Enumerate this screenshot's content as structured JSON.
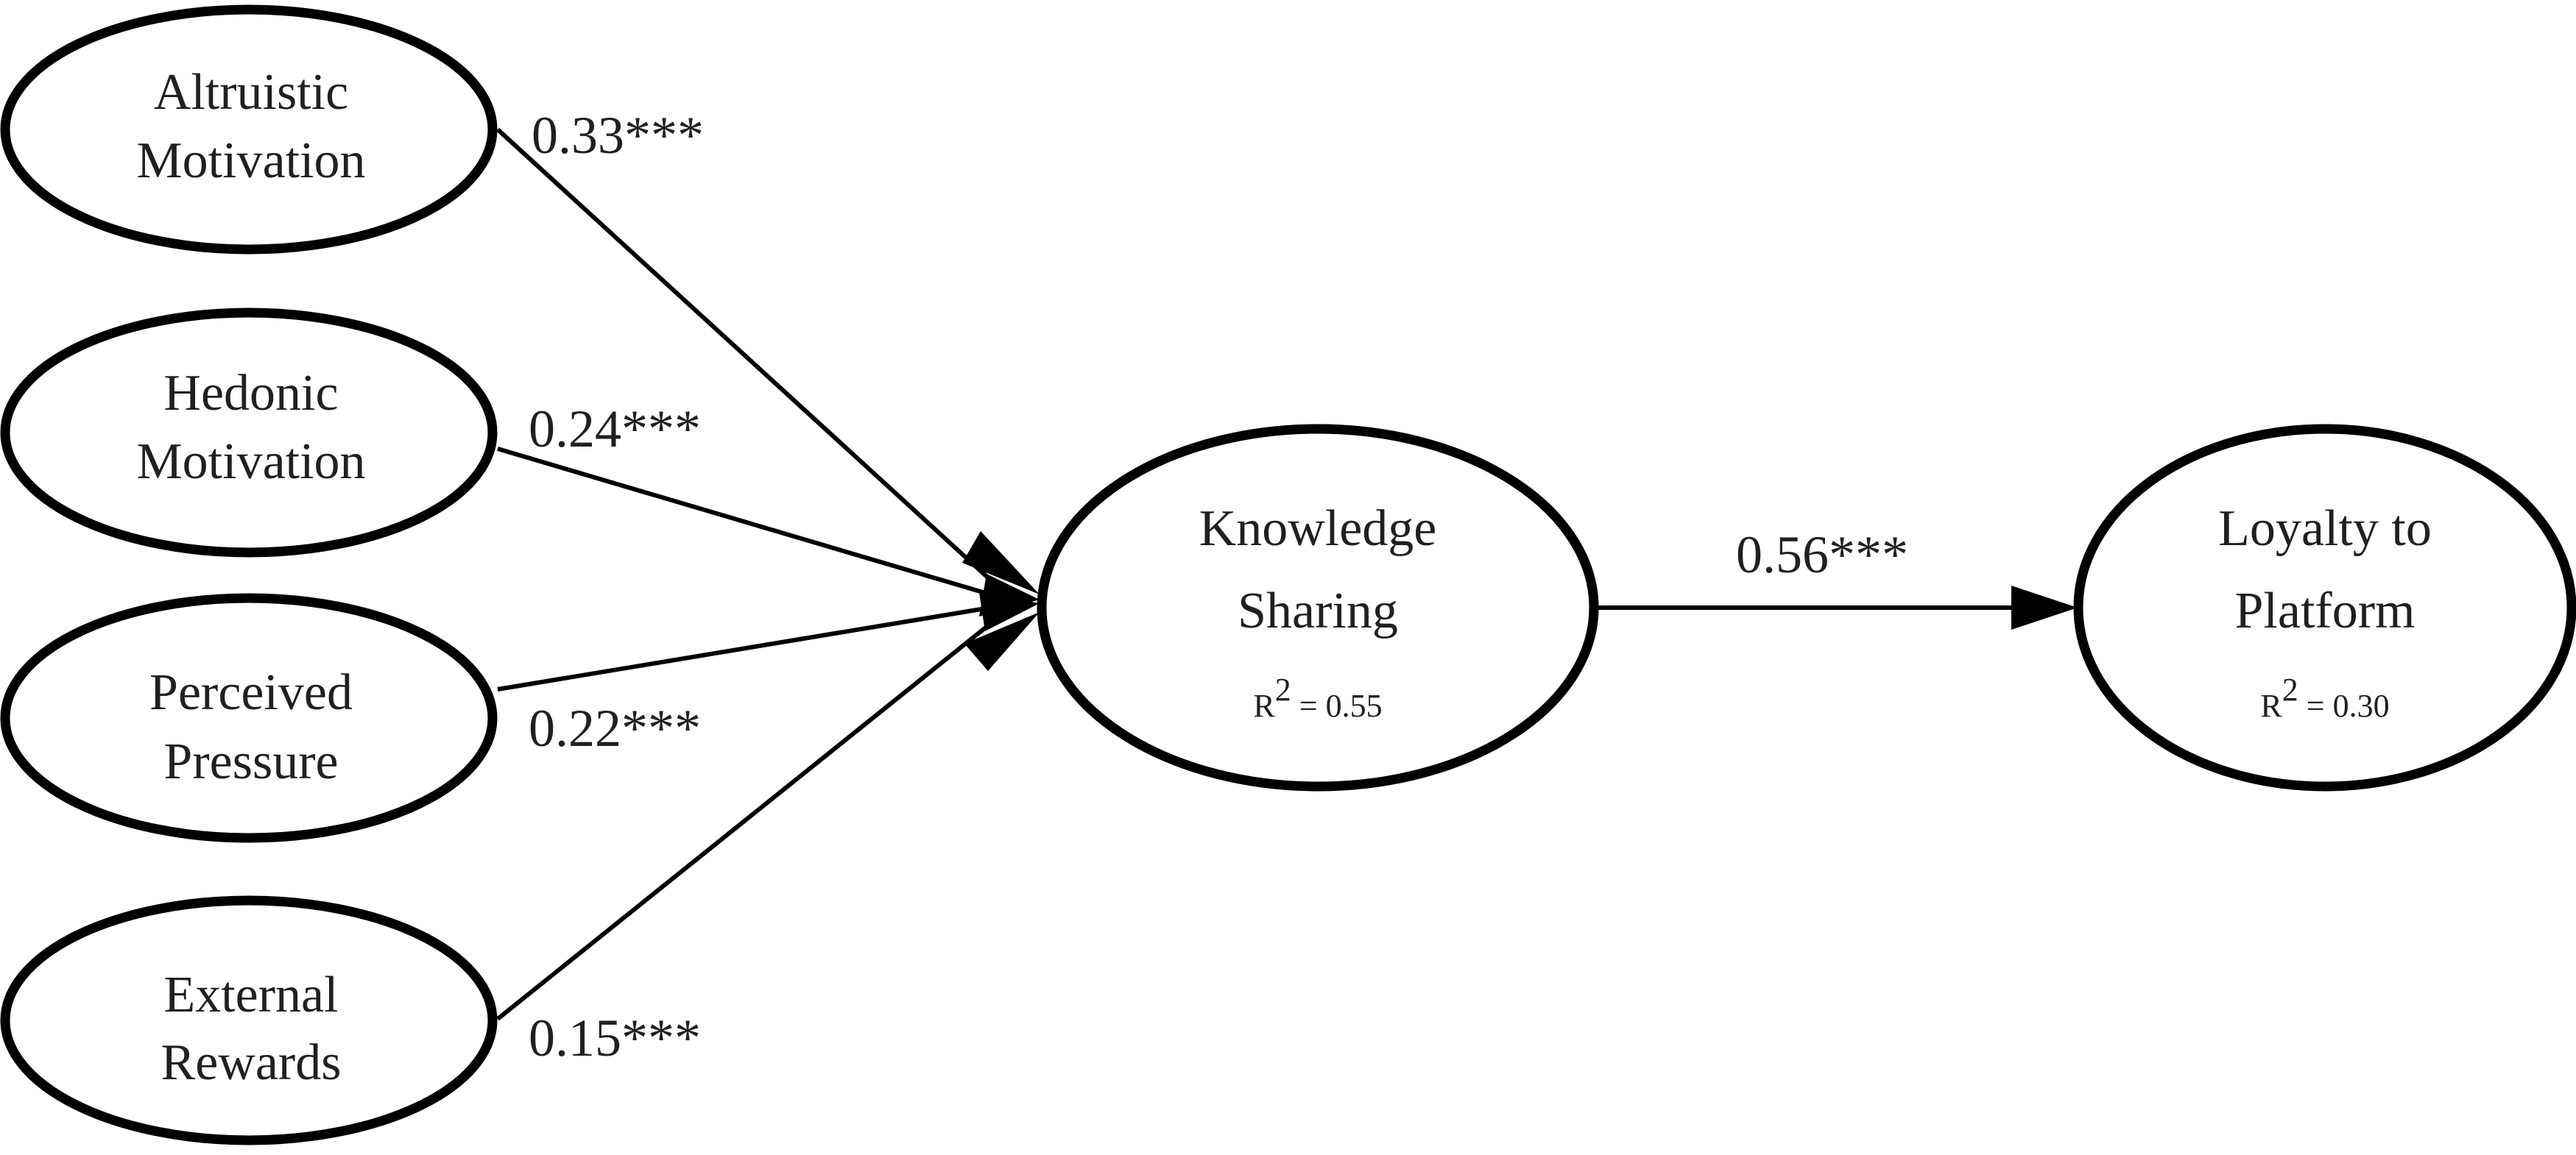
{
  "nodes": {
    "altruistic": {
      "line1": "Altruistic",
      "line2": "Motivation"
    },
    "hedonic": {
      "line1": "Hedonic",
      "line2": "Motivation"
    },
    "pressure": {
      "line1": "Perceived",
      "line2": "Pressure"
    },
    "rewards": {
      "line1": "External",
      "line2": "Rewards"
    },
    "knowledge": {
      "line1": "Knowledge",
      "line2": "Sharing",
      "r2_prefix": "R",
      "r2_exp": "2",
      "r2_value": " = 0.55"
    },
    "loyalty": {
      "line1": "Loyalty to",
      "line2": "Platform",
      "r2_prefix": "R",
      "r2_exp": "2",
      "r2_value": " = 0.30"
    }
  },
  "edges": {
    "altruistic_to_knowledge": "0.33***",
    "hedonic_to_knowledge": "0.24***",
    "pressure_to_knowledge": "0.22***",
    "rewards_to_knowledge": "0.15***",
    "knowledge_to_loyalty": "0.56***"
  },
  "colors": {
    "stroke": "#000000",
    "text": "#231f20",
    "background": "#ffffff"
  }
}
